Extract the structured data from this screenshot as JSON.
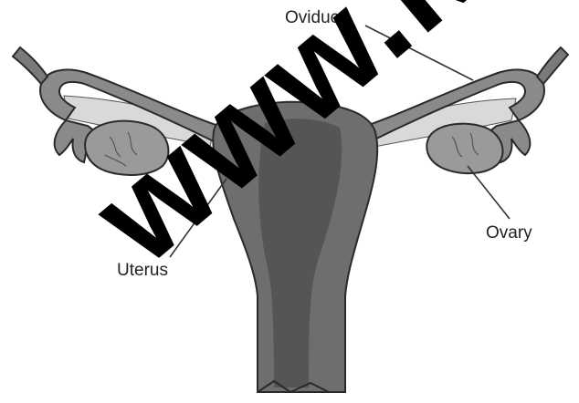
{
  "labels": {
    "oviduct": "Oviduct",
    "ovary": "Ovary",
    "uterus": "Uterus"
  },
  "watermark": {
    "text": "www.kchrc"
  },
  "colors": {
    "background": "#ffffff",
    "uterus_fill": "#6e6e6e",
    "uterus_inner": "#4a4a4a",
    "oviduct_fill": "#8a8a8a",
    "ovary_fill": "#9a9a9a",
    "outline": "#2a2a2a",
    "leader_line": "#333333",
    "watermark": "#000000"
  }
}
